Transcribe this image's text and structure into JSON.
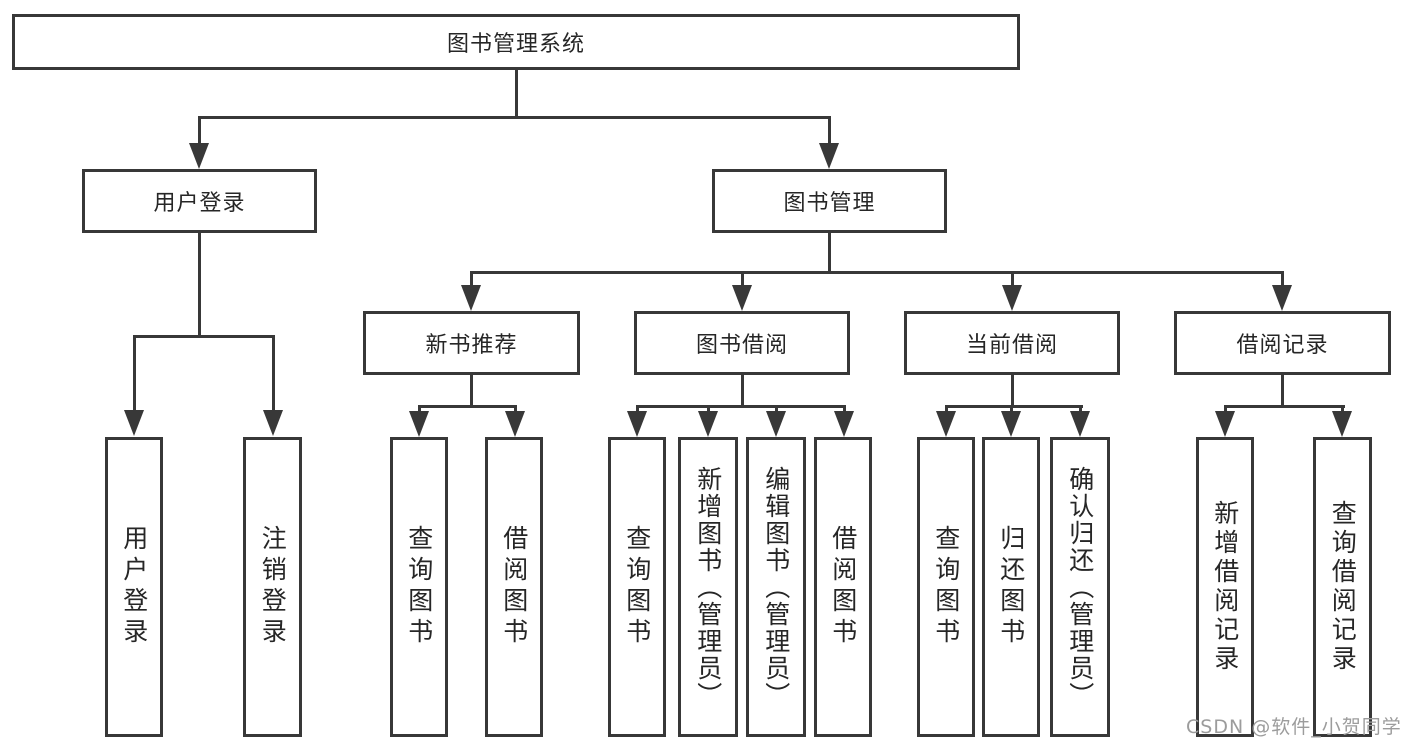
{
  "nodes": {
    "root": "图书管理系统",
    "level2": [
      "用户登录",
      "图书管理"
    ],
    "level3": [
      "新书推荐",
      "图书借阅",
      "当前借阅",
      "借阅记录"
    ],
    "leaves_login": [
      "用户登录",
      "注销登录"
    ],
    "leaves_recommend": [
      "查询图书",
      "借阅图书"
    ],
    "leaves_borrow": [
      "查询图书",
      "新增图书（管理员）",
      "编辑图书（管理员）",
      "借阅图书"
    ],
    "leaves_current": [
      "查询图书",
      "归还图书",
      "确认归还（管理员）"
    ],
    "leaves_records": [
      "新增借阅记录",
      "查询借阅记录"
    ]
  },
  "watermark": "CSDN @软件_小贺同学",
  "colors": {
    "line": "#383838",
    "text": "#262626",
    "watermark": "#9c9c9c",
    "background": "#ffffff"
  }
}
